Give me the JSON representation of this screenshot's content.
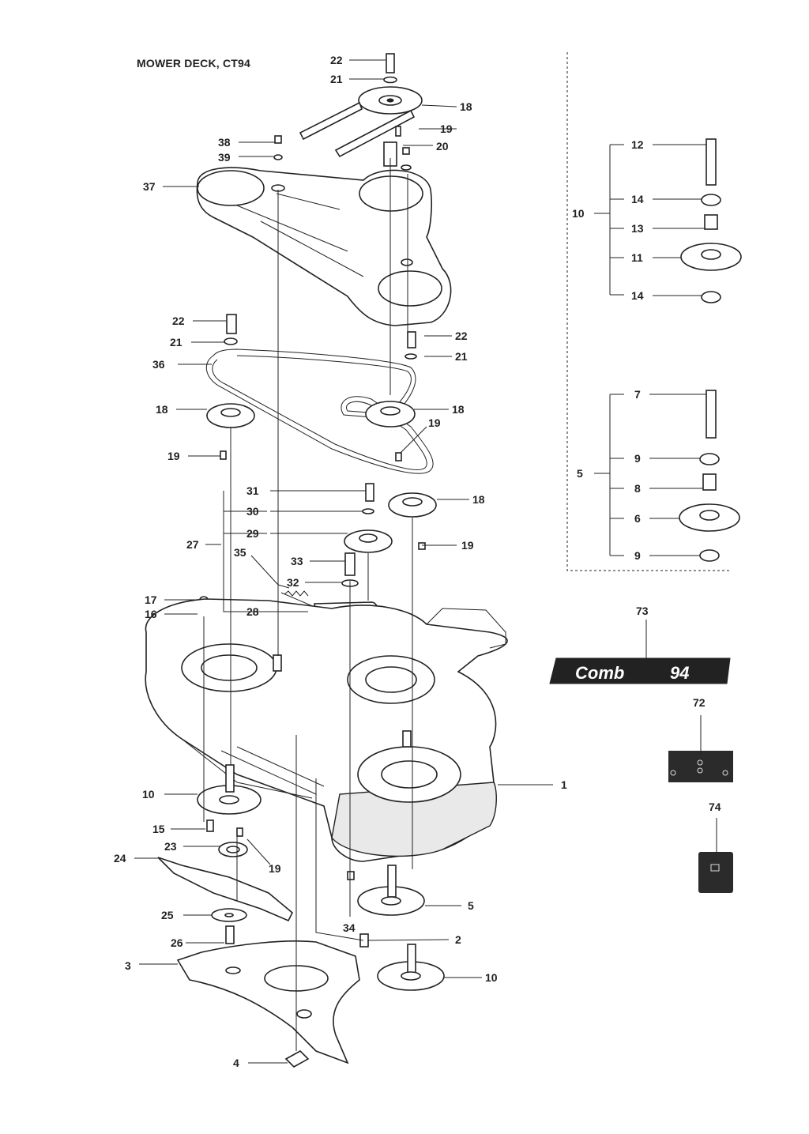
{
  "title": "MOWER DECK, CT94",
  "decal": {
    "text_left": "Comb",
    "text_right": "94",
    "color": "#2a2a2a"
  },
  "callouts": [
    {
      "id": "c22a",
      "label": "22"
    },
    {
      "id": "c21a",
      "label": "21"
    },
    {
      "id": "c18a",
      "label": "18"
    },
    {
      "id": "c19a",
      "label": "19"
    },
    {
      "id": "c20",
      "label": "20"
    },
    {
      "id": "c38",
      "label": "38"
    },
    {
      "id": "c39",
      "label": "39"
    },
    {
      "id": "c37",
      "label": "37"
    },
    {
      "id": "c22b",
      "label": "22"
    },
    {
      "id": "c21b",
      "label": "21"
    },
    {
      "id": "c22c",
      "label": "22"
    },
    {
      "id": "c21c",
      "label": "21"
    },
    {
      "id": "c36",
      "label": "36"
    },
    {
      "id": "c18b",
      "label": "18"
    },
    {
      "id": "c18c",
      "label": "18"
    },
    {
      "id": "c19b",
      "label": "19"
    },
    {
      "id": "c19c",
      "label": "19"
    },
    {
      "id": "c31",
      "label": "31"
    },
    {
      "id": "c18d",
      "label": "18"
    },
    {
      "id": "c30",
      "label": "30"
    },
    {
      "id": "c29",
      "label": "29"
    },
    {
      "id": "c27",
      "label": "27"
    },
    {
      "id": "c19d",
      "label": "19"
    },
    {
      "id": "c35",
      "label": "35"
    },
    {
      "id": "c33",
      "label": "33"
    },
    {
      "id": "c32",
      "label": "32"
    },
    {
      "id": "c17",
      "label": "17"
    },
    {
      "id": "c16",
      "label": "16"
    },
    {
      "id": "c28",
      "label": "28"
    },
    {
      "id": "c1",
      "label": "1"
    },
    {
      "id": "c10a",
      "label": "10"
    },
    {
      "id": "c15",
      "label": "15"
    },
    {
      "id": "c23",
      "label": "23"
    },
    {
      "id": "c19e",
      "label": "19"
    },
    {
      "id": "c24",
      "label": "24"
    },
    {
      "id": "c5a",
      "label": "5"
    },
    {
      "id": "c25",
      "label": "25"
    },
    {
      "id": "c34",
      "label": "34"
    },
    {
      "id": "c26",
      "label": "26"
    },
    {
      "id": "c2",
      "label": "2"
    },
    {
      "id": "c3",
      "label": "3"
    },
    {
      "id": "c10b",
      "label": "10"
    },
    {
      "id": "c4",
      "label": "4"
    },
    {
      "id": "k12",
      "label": "12"
    },
    {
      "id": "k14a",
      "label": "14"
    },
    {
      "id": "k10",
      "label": "10"
    },
    {
      "id": "k13",
      "label": "13"
    },
    {
      "id": "k11",
      "label": "11"
    },
    {
      "id": "k14b",
      "label": "14"
    },
    {
      "id": "k7",
      "label": "7"
    },
    {
      "id": "k9a",
      "label": "9"
    },
    {
      "id": "k5",
      "label": "5"
    },
    {
      "id": "k8",
      "label": "8"
    },
    {
      "id": "k6",
      "label": "6"
    },
    {
      "id": "k9b",
      "label": "9"
    },
    {
      "id": "k73",
      "label": "73"
    },
    {
      "id": "k72",
      "label": "72"
    },
    {
      "id": "k74",
      "label": "74"
    }
  ]
}
